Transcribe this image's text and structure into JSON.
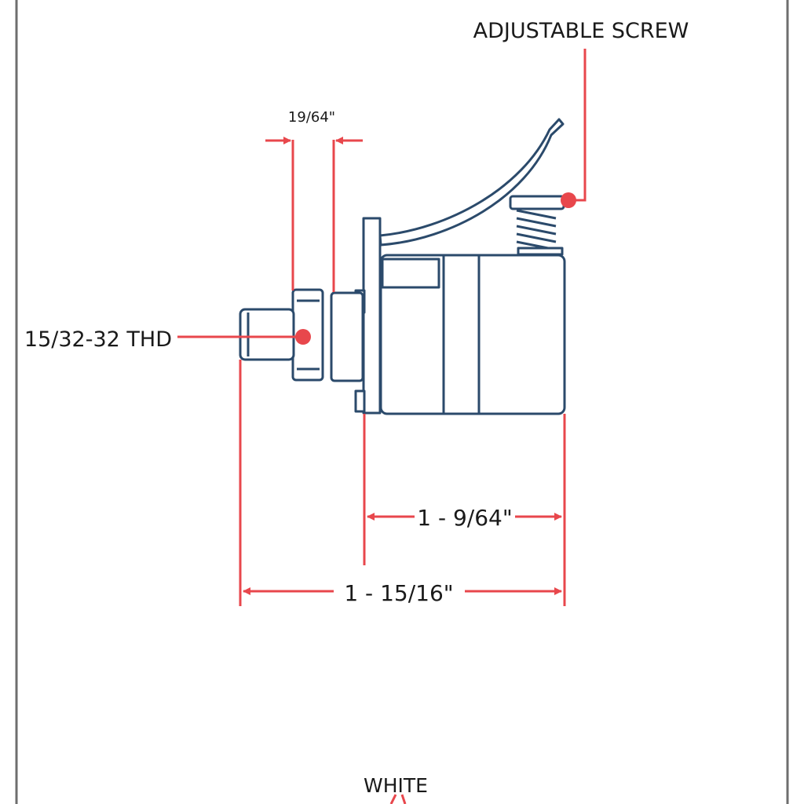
{
  "labels": {
    "adjustable_screw": "ADJUSTABLE SCREW",
    "flange_gap": "19/64\"",
    "thread": "15/32-32 THD",
    "body_length": "1 - 9/64\"",
    "overall_length": "1 - 15/16\"",
    "wire_color": "WHITE"
  },
  "colors": {
    "outline": "#2b4a6b",
    "dimension": "#e8474c",
    "text": "#1a1a1a",
    "frame": "#6e6e6e"
  }
}
